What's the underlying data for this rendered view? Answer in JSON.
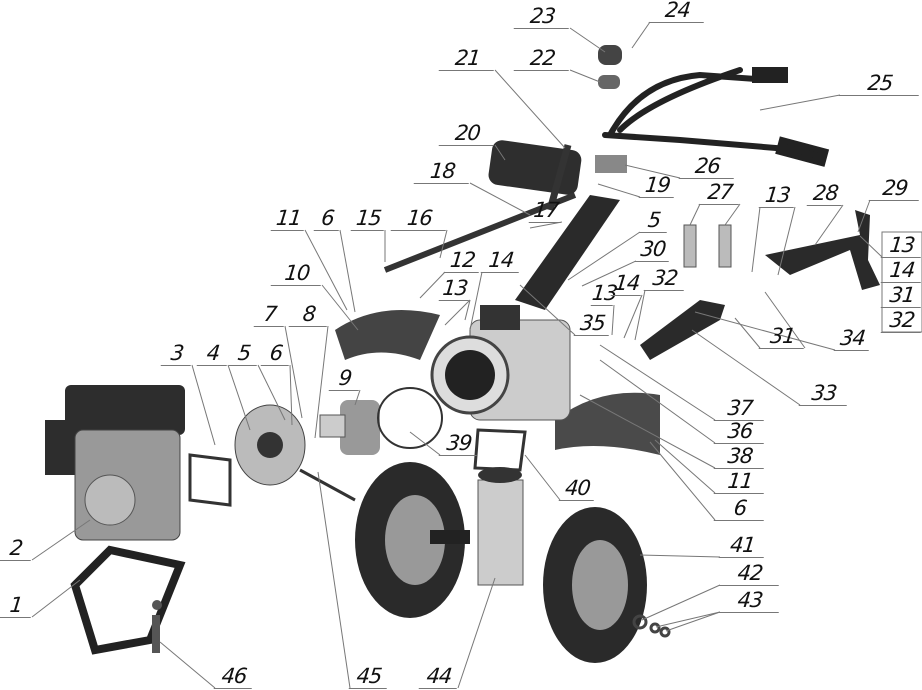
{
  "labels": [
    "23",
    "24",
    "22",
    "21",
    "25",
    "20",
    "26",
    "29",
    "18",
    "19",
    "27",
    "13",
    "28",
    "15",
    "16",
    "17",
    "11",
    "6",
    "5",
    "30",
    "12",
    "14",
    "10",
    "13",
    "13",
    "14",
    "32",
    "35",
    "7",
    "8",
    "3",
    "4",
    "5",
    "6",
    "9",
    "39",
    "40",
    "37",
    "33",
    "36",
    "38",
    "11",
    "6",
    "41",
    "2",
    "42",
    "43",
    "1",
    "46",
    "45",
    "44",
    "13",
    "14",
    "31",
    "32",
    "31",
    "34"
  ],
  "colors": {
    "part_dark": "#2b2b2b",
    "part_mid": "#7a7a7a",
    "part_light": "#c8c8c8",
    "leader": "#777777"
  }
}
